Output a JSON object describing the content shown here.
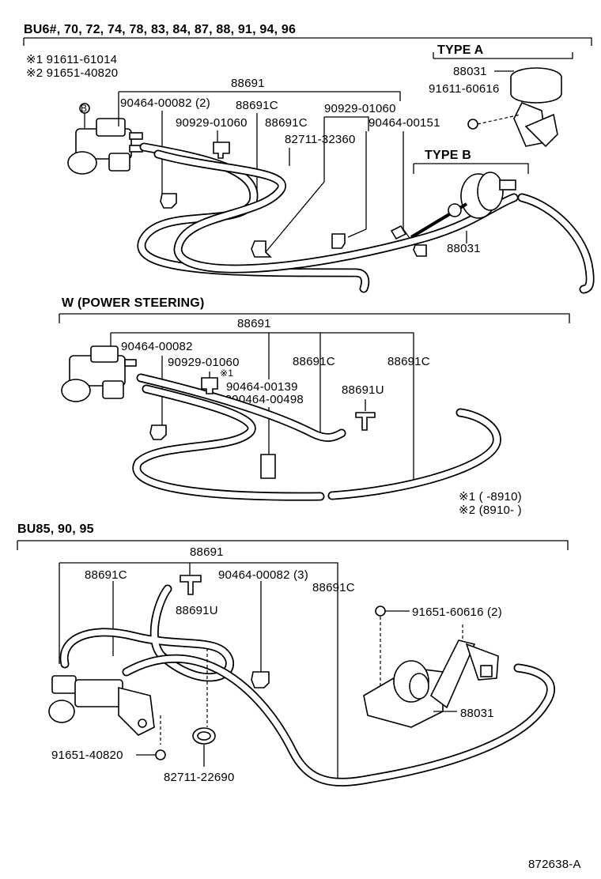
{
  "sections": {
    "s1": {
      "header": "BU6#, 70, 72, 74, 78, 83, 84, 87, 88, 91, 94, 96",
      "note1": "※1 91611-61014",
      "note2": "※2 91651-40820",
      "type_a": "TYPE  A",
      "type_b": "TYPE  B",
      "labels": {
        "p88691": "88691",
        "p90464_00082": "90464-00082 (2)",
        "p88691c_a": "88691C",
        "p90929_01060_a": "90929-01060",
        "p88691c_b": "88691C",
        "p90929_01060_b": "90929-01060",
        "p82711_32360": "82711-32360",
        "p90464_00151": "90464-00151",
        "p88031_a": "88031",
        "p91611_60616": "91611-60616",
        "p88031_b": "88031"
      }
    },
    "s2": {
      "header": "W (POWER STEERING)",
      "labels": {
        "p88691": "88691",
        "p90464_00082": "90464-00082",
        "p90929_01060": "90929-01060",
        "p88691c_a": "88691C",
        "p88691c_b": "88691C",
        "mark1": "※1",
        "p90464_00139": "90464-00139",
        "p90464_00498": "※290464-00498",
        "p88691u": "88691U"
      },
      "legend1": "※1 (        -8910)",
      "legend2": "※2 (8910-        )"
    },
    "s3": {
      "header": "BU85, 90, 95",
      "labels": {
        "p88691": "88691",
        "p88691c_a": "88691C",
        "p90464_00082": "90464-00082 (3)",
        "p88691c_b": "88691C",
        "p88691u": "88691U",
        "p91651_60616": "91651-60616 (2)",
        "p88031": "88031",
        "p91651_40820": "91651-40820",
        "p82711_22690": "82711-22690"
      }
    }
  },
  "bolt_mark": "B",
  "footer_code": "872638-A"
}
